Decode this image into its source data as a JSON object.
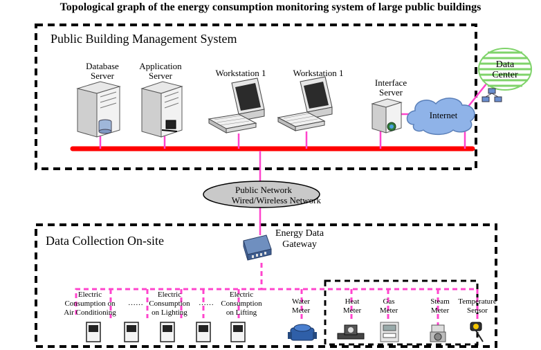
{
  "title": "Topological graph of the energy consumption monitoring system of large public buildings",
  "top_section": {
    "title": "Public Building Management System",
    "nodes": {
      "database_server": [
        "Database",
        "Server"
      ],
      "application_server": [
        "Application",
        "Server"
      ],
      "workstation_a": "Workstation 1",
      "workstation_b": "Workstation 1",
      "interface_server": [
        "Interface",
        "Server"
      ],
      "internet": "Internet",
      "data_center": [
        "Data",
        "Center"
      ]
    }
  },
  "network": [
    "Public Network",
    "Wired/Wireless Network"
  ],
  "bottom_section": {
    "title": "Data Collection On-site",
    "gateway": [
      "Energy Data",
      "Gateway"
    ],
    "meters": {
      "ac": [
        "Electric",
        "Consumption on",
        "Air Conditioning"
      ],
      "lighting1": [
        "Electric",
        "Consumption",
        "on Lighting"
      ],
      "lighting2": [
        "Electric",
        "Consumption",
        "on Lifting"
      ],
      "water": [
        "Water",
        "Meter"
      ],
      "heat": [
        "Heat",
        "Meter"
      ],
      "gas": [
        "Gas",
        "Meter"
      ],
      "steam": [
        "Steam",
        "Meter"
      ],
      "temperature": [
        "Temperature",
        "Sensor"
      ]
    },
    "ellipsis": "……"
  },
  "colors": {
    "bus": "#ff0000",
    "link": "#ff44cc",
    "cloud": "#8fb3e8",
    "data_center": "#7fd36a"
  }
}
